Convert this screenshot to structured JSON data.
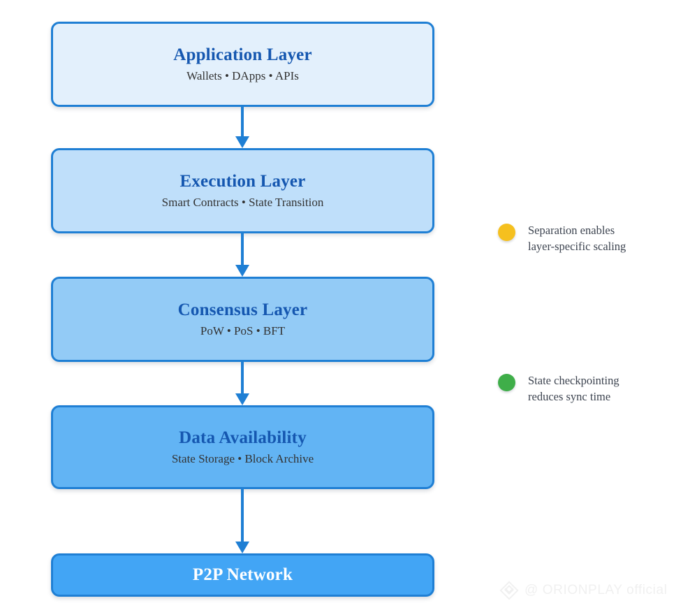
{
  "diagram": {
    "type": "layered-stack-flow",
    "background_color": "#ffffff",
    "accent_color": "#1f7fd4",
    "title_color": "#1557b0",
    "layers": [
      {
        "id": "application",
        "title": "Application Layer",
        "subtitle": "Wallets • DApps • APIs",
        "fill": "#e3f0fc"
      },
      {
        "id": "execution",
        "title": "Execution Layer",
        "subtitle": "Smart Contracts • State Transition",
        "fill": "#bfdffa"
      },
      {
        "id": "consensus",
        "title": "Consensus Layer",
        "subtitle": "PoW • PoS • BFT",
        "fill": "#93cbf6"
      },
      {
        "id": "availability",
        "title": "Data Availability",
        "subtitle": "State Storage • Block Archive",
        "fill": "#62b4f4"
      },
      {
        "id": "p2p",
        "title": "P2P Network",
        "subtitle": "",
        "fill": "#42a5f5"
      }
    ],
    "connectors": [
      {
        "id": "arrow-application-execution",
        "from": "application",
        "to": "execution",
        "color": "#1f7fd4"
      },
      {
        "id": "arrow-execution-consensus",
        "from": "execution",
        "to": "consensus",
        "color": "#1f7fd4"
      },
      {
        "id": "arrow-consensus-availability",
        "from": "consensus",
        "to": "availability",
        "color": "#1f7fd4"
      },
      {
        "id": "arrow-availability-p2p",
        "from": "availability",
        "to": "p2p",
        "color": "#1f7fd4"
      }
    ],
    "annotations": [
      {
        "id": "scaling",
        "dot_color": "#f5c01f",
        "text": "Separation enables\nlayer-specific scaling"
      },
      {
        "id": "checkpointing",
        "dot_color": "#3fae49",
        "text": "State checkpointing\nreduces sync time"
      }
    ]
  },
  "watermark": {
    "icon": "diamond-logo-icon",
    "text": "@ ORIONPLAY official",
    "color": "#f0f0f0"
  }
}
